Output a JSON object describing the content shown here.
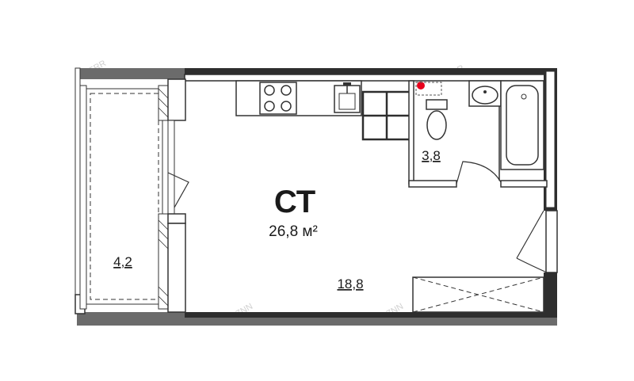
{
  "plan": {
    "apartment_type": "СТ",
    "total_area": "26,8 м²",
    "rooms": {
      "main_room_area": "18,8",
      "bathroom_area": "3,8",
      "balcony_area": "4,2"
    },
    "colors": {
      "wall": "#2e2e2e",
      "wall_gray": "#6b6b6b",
      "line": "#333333",
      "accent": "#e8001c"
    },
    "fixtures": [
      "cooktop",
      "kitchen-sink",
      "fridge",
      "washbasin",
      "toilet",
      "bathtub",
      "wardrobe",
      "entrance-door"
    ]
  }
}
